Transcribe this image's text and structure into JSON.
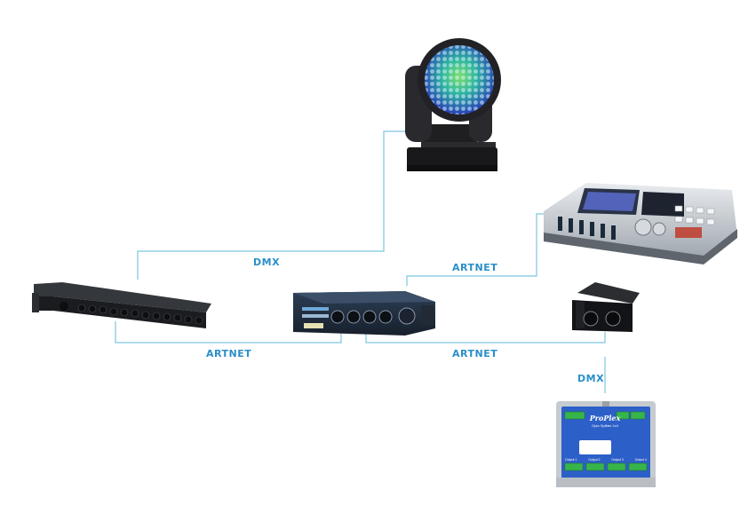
{
  "labels": {
    "dmx_top": "DMX",
    "artnet_top": "ARTNET",
    "artnet_left": "ARTNET",
    "artnet_right": "ARTNET",
    "dmx_bottom": "DMX"
  },
  "devices": {
    "moving_head": "moving-head-fixture",
    "console": "lighting-console",
    "dmx_splitter": "rack-dmx-splitter",
    "switch": "network-switch",
    "node": "artnet-node",
    "proplex": {
      "brand": "ProPlex",
      "subtitle": "Opto Splitter 1x4",
      "ports": [
        "Output 1",
        "Output 2",
        "Output 3",
        "Output 4"
      ]
    }
  },
  "colors": {
    "line": "#7cc6e0",
    "label": "#2a8fc8"
  }
}
